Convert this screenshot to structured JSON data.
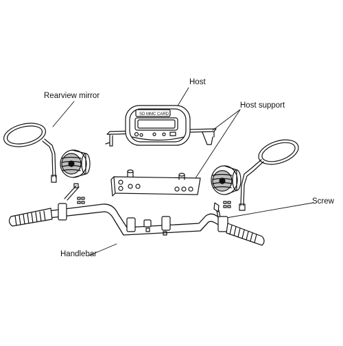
{
  "labels": {
    "rearview_mirror": "Rearview mirror",
    "host": "Host",
    "host_support": "Host support",
    "screw": "Screw",
    "handlebar": "Handlebar"
  },
  "device": {
    "screen_text": "SD MMC CARD"
  }
}
